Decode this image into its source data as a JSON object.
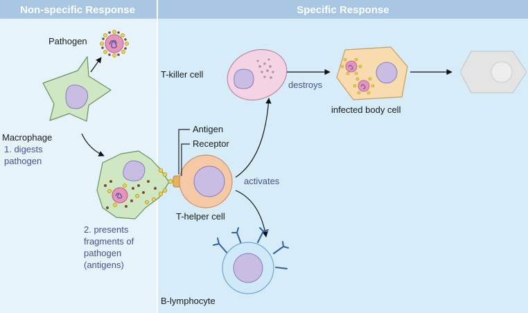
{
  "headers": {
    "left": "Non-specific Response",
    "right": "Specific Response"
  },
  "labels": {
    "pathogen": "Pathogen",
    "macrophage": "Macrophage",
    "step1_line1": "1. digests",
    "step1_line2": "pathogen",
    "step2_line1": "2. presents",
    "step2_line2": "fragments of",
    "step2_line3": "pathogen",
    "step2_line4": "(antigens)",
    "antigen": "Antigen",
    "receptor": "Receptor",
    "t_helper": "T-helper cell",
    "activates": "activates",
    "t_killer": "T-killer cell",
    "destroys": "destroys",
    "infected": "infected body cell",
    "b_lymphocyte": "B-lymphocyte"
  },
  "colors": {
    "header_bg": "#a9c6e2",
    "left_panel": "#e7f3fb",
    "right_panel": "#d6ecf8",
    "label_blue": "#4a4f8c",
    "macrophage": "#cfe7c2",
    "nucleus": "#c9bde4",
    "t_helper": "#f5c9a6",
    "t_killer": "#f3d3e4",
    "infected": "#f8dcb0",
    "b_cell": "#cfe9f8",
    "receptor": "#e6b25e",
    "dead_cell": "#e4e4e4"
  }
}
